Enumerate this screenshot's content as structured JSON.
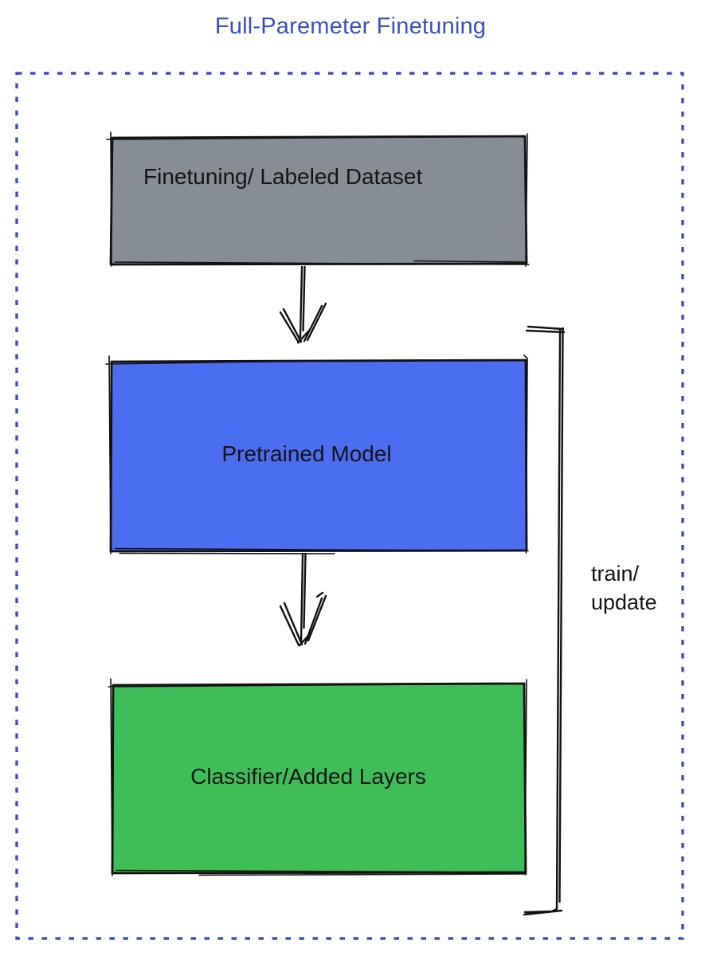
{
  "title": "Full-Paremeter Finetuning",
  "colors": {
    "title_text": "#3a4fc9",
    "dashed_border": "#3a4fc9",
    "sketch_stroke": "#121212",
    "label_text": "#151515",
    "dataset_fill": "#868d95",
    "pretrained_fill": "#4a6df1",
    "classifier_fill": "#3fbe57"
  },
  "nodes": [
    {
      "id": "finetuning-dataset",
      "label": "Finetuning/ Labeled Dataset"
    },
    {
      "id": "pretrained-model",
      "label": "Pretrained Model"
    },
    {
      "id": "classifier-added-layers",
      "label": "Classifier/Added Layers"
    }
  ],
  "connectors": [
    {
      "icon": "arrow-down-icon",
      "from": "finetuning-dataset",
      "to": "pretrained-model"
    },
    {
      "icon": "arrow-down-icon",
      "from": "pretrained-model",
      "to": "classifier-added-layers"
    }
  ],
  "bracket": {
    "icon": "right-bracket-icon",
    "label": "train/\nupdate"
  }
}
